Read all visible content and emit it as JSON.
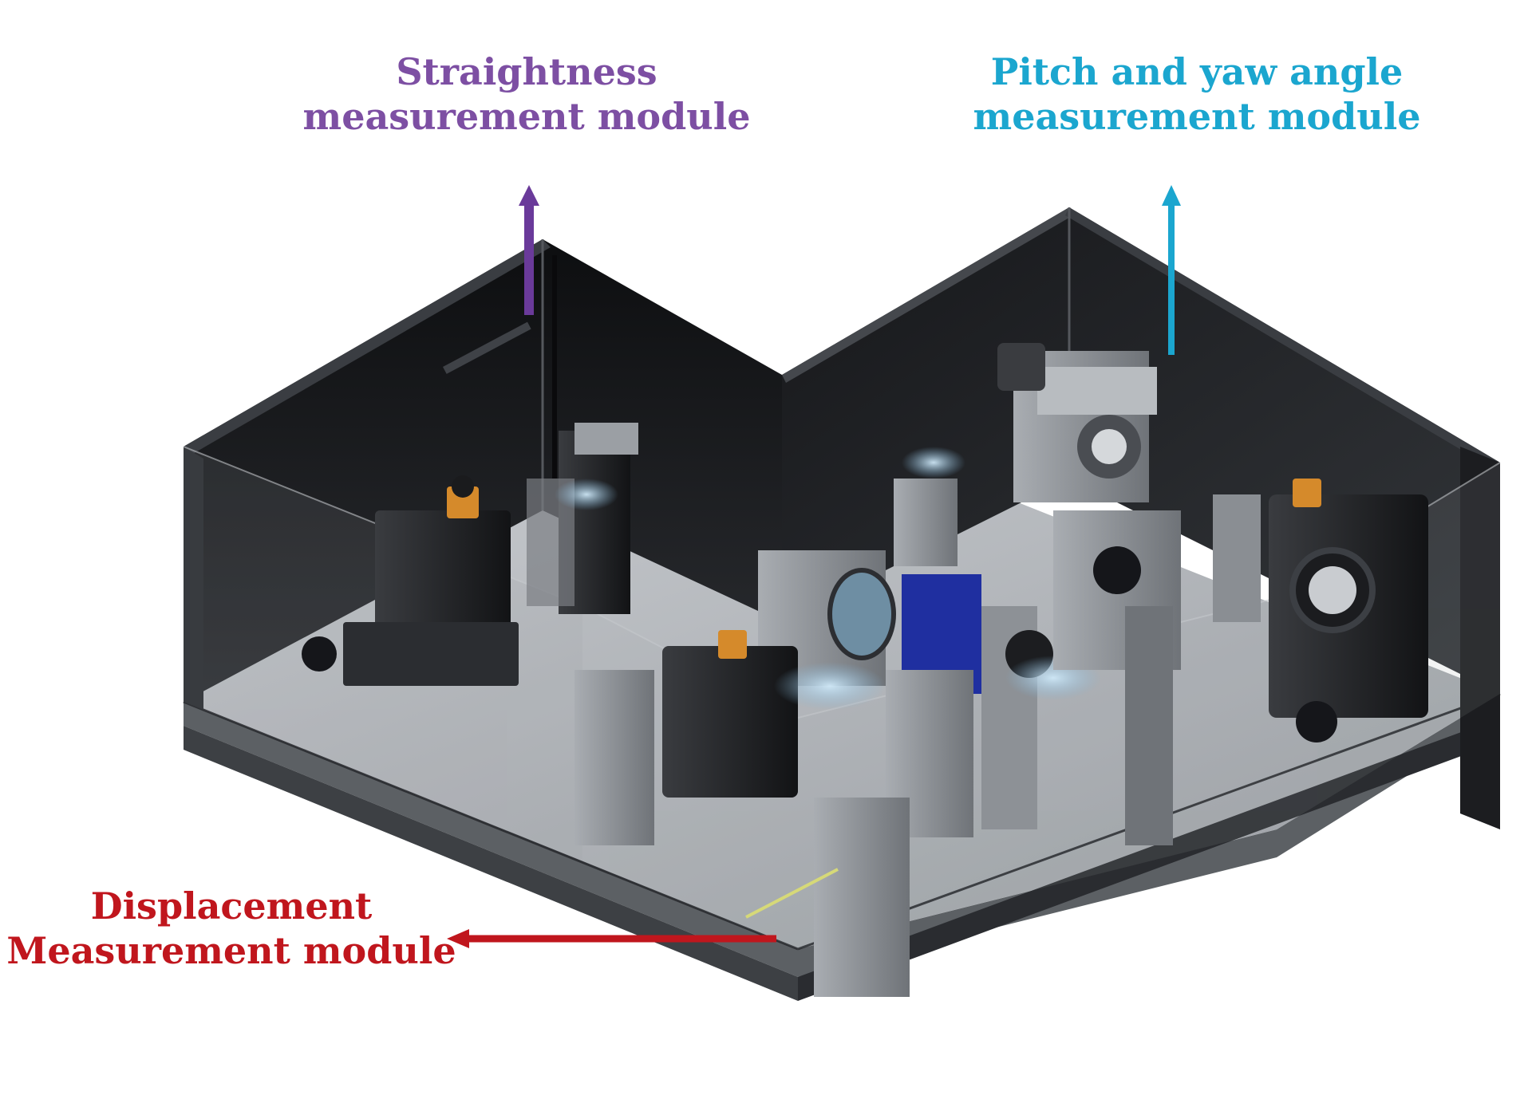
{
  "labels": {
    "straightness": {
      "line1": "Straightness",
      "line2": "measurement module",
      "color": "#7d4fa3"
    },
    "pitch_yaw": {
      "line1": "Pitch and yaw angle",
      "line2": "measurement module",
      "color": "#1ba6cf"
    },
    "displacement": {
      "line1": "Displacement",
      "line2": "Measurement module",
      "color": "#c0161d"
    }
  },
  "colors": {
    "enclosure_wall": "#1b1c1e",
    "base_plate": "#b9bcbf",
    "component_gray": "#8e9296",
    "component_dark": "#2a2b2e",
    "optic_blue": "#1f2fa0",
    "beam_glow": "#9ccbe8"
  }
}
